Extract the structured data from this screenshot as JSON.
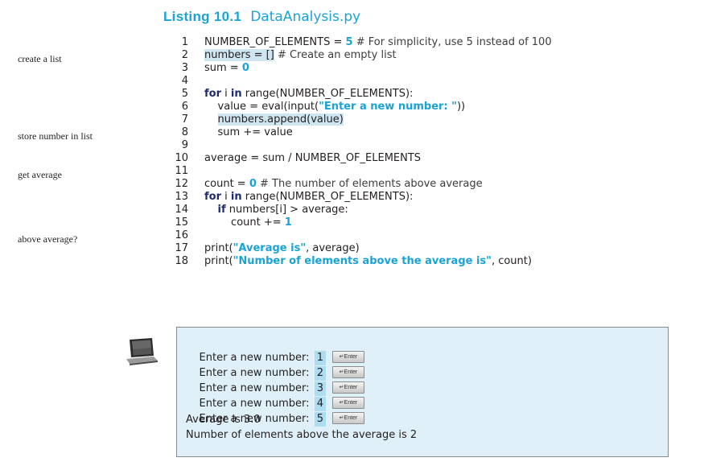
{
  "listing": {
    "label": "Listing 10.1",
    "filename": "DataAnalysis.py"
  },
  "margin_notes": [
    "create a list",
    "store number in list",
    "get average",
    "above average?"
  ],
  "code_lines": [
    {
      "num": "1",
      "parts": [
        {
          "t": "NUMBER_OF_ELEMENTS = "
        },
        {
          "t": "5",
          "c": "num"
        },
        {
          "t": " # For simplicity, use 5 instead of 100",
          "c": "cm"
        }
      ]
    },
    {
      "num": "2",
      "parts": [
        {
          "t": "numbers = []",
          "c": "hl"
        },
        {
          "t": " # Create an empty list",
          "c": "cm"
        }
      ]
    },
    {
      "num": "3",
      "parts": [
        {
          "t": "sum = "
        },
        {
          "t": "0",
          "c": "num"
        }
      ]
    },
    {
      "num": "4",
      "parts": []
    },
    {
      "num": "5",
      "parts": [
        {
          "t": "for",
          "c": "kw"
        },
        {
          "t": " i "
        },
        {
          "t": "in",
          "c": "kw"
        },
        {
          "t": " range(NUMBER_OF_ELEMENTS):"
        }
      ]
    },
    {
      "num": "6",
      "parts": [
        {
          "t": "    value = eval(input("
        },
        {
          "t": "\"Enter a new number: \"",
          "c": "str"
        },
        {
          "t": "))"
        }
      ]
    },
    {
      "num": "7",
      "parts": [
        {
          "t": "    "
        },
        {
          "t": "numbers.append(value)",
          "c": "hl"
        }
      ]
    },
    {
      "num": "8",
      "parts": [
        {
          "t": "    sum += value"
        }
      ]
    },
    {
      "num": "9",
      "parts": []
    },
    {
      "num": "10",
      "parts": [
        {
          "t": "average = sum / NUMBER_OF_ELEMENTS"
        }
      ]
    },
    {
      "num": "11",
      "parts": []
    },
    {
      "num": "12",
      "parts": [
        {
          "t": "count = "
        },
        {
          "t": "0",
          "c": "num"
        },
        {
          "t": " # The number of elements above average",
          "c": "cm"
        }
      ]
    },
    {
      "num": "13",
      "parts": [
        {
          "t": "for",
          "c": "kw"
        },
        {
          "t": " i "
        },
        {
          "t": "in",
          "c": "kw"
        },
        {
          "t": " range(NUMBER_OF_ELEMENTS):"
        }
      ]
    },
    {
      "num": "14",
      "parts": [
        {
          "t": "    "
        },
        {
          "t": "if",
          "c": "kw"
        },
        {
          "t": " numbers[i] > average:"
        }
      ]
    },
    {
      "num": "15",
      "parts": [
        {
          "t": "        count += "
        },
        {
          "t": "1",
          "c": "num"
        }
      ]
    },
    {
      "num": "16",
      "parts": []
    },
    {
      "num": "17",
      "parts": [
        {
          "t": "print("
        },
        {
          "t": "\"Average is\"",
          "c": "str"
        },
        {
          "t": ", average)"
        }
      ]
    },
    {
      "num": "18",
      "parts": [
        {
          "t": "print("
        },
        {
          "t": "\"Number of elements above the average is\"",
          "c": "str"
        },
        {
          "t": ", count)"
        }
      ]
    }
  ],
  "console": {
    "prompt": "Enter a new number:",
    "inputs": [
      "1",
      "2",
      "3",
      "4",
      "5"
    ],
    "enter_key_label": "↵Enter",
    "output_lines": [
      "Average is 3.0",
      "Number of elements above the average is 2"
    ]
  }
}
